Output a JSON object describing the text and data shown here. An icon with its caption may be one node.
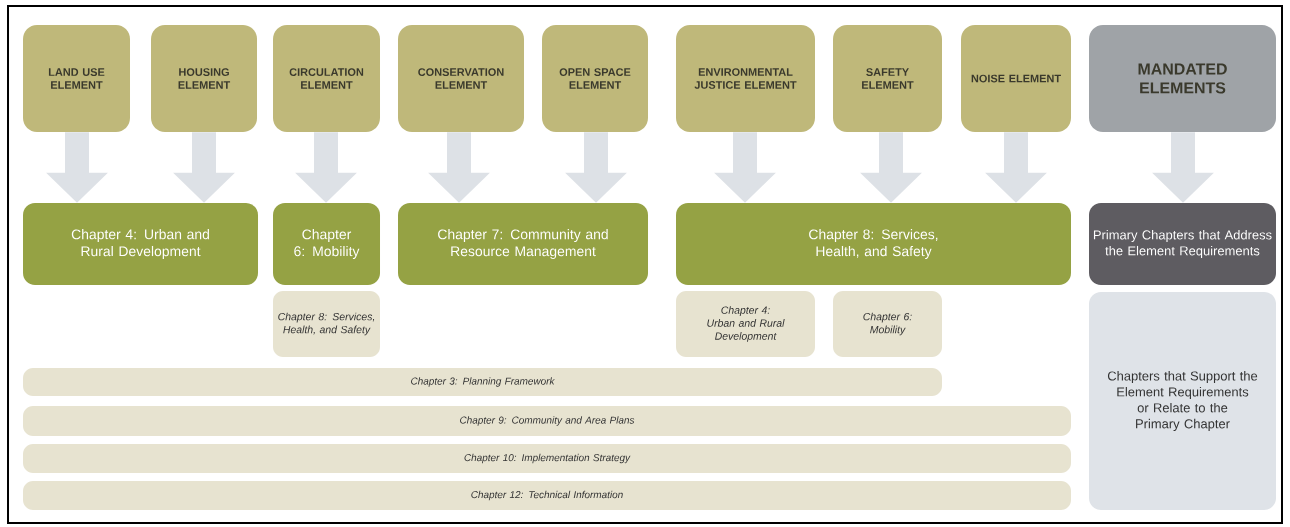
{
  "diagram": {
    "nodes": [
      {
        "text": [
          "LAND USE ELEMENT"
        ]
      },
      {
        "text": [
          "HOUSING ELEMENT"
        ]
      },
      {
        "text": [
          "CIRCULATION ELEMENT"
        ]
      },
      {
        "text": [
          "CONSERVATION ELEMENT"
        ]
      },
      {
        "text": [
          "OPEN SPACE ELEMENT"
        ]
      },
      {
        "text": [
          "ENVIRONMENTAL JUSTICE ELEMENT"
        ]
      },
      {
        "text": [
          "SAFETY ELEMENT"
        ]
      },
      {
        "text": [
          "NOISE ELEMENT"
        ]
      },
      {
        "text": [
          "MANDATED ELEMENTS"
        ]
      },
      {
        "text": [
          "Chapter 4: Urban and Rural Development"
        ]
      },
      {
        "text": [
          "Chapter 6: Mobility"
        ]
      },
      {
        "text": [
          "Chapter 7: Community and Resource Management"
        ]
      },
      {
        "text": [
          "Chapter 8: Services, Health, and Safety"
        ]
      },
      {
        "text": [
          "Primary Chapters that Address the Element Requirements"
        ]
      },
      {
        "text": [
          "Chapter 8: Services, Health, and Safety"
        ]
      },
      {
        "text": [
          "Chapter 4: Urban and Rural Development"
        ]
      },
      {
        "text": [
          "Chapter 6: Mobility"
        ]
      },
      {
        "text": [
          "Chapter 3: Planning Framework"
        ]
      },
      {
        "text": [
          "Chapter 9: Community and Area Plans"
        ]
      },
      {
        "text": [
          "Chapter 10: Implementation Strategy"
        ]
      },
      {
        "text": [
          "Chapter 12: Technical Information"
        ]
      },
      {
        "text": [
          "Chapters that Support the Element Requirements or Relate to the Primary Chapter"
        ]
      }
    ],
    "edges": [
      {
        "from": 0,
        "to": 9,
        "arrow": "to"
      },
      {
        "from": 1,
        "to": 9,
        "arrow": "to"
      },
      {
        "from": 2,
        "to": 10,
        "arrow": "to"
      },
      {
        "from": 3,
        "to": 11,
        "arrow": "to"
      },
      {
        "from": 4,
        "to": 11,
        "arrow": "to"
      },
      {
        "from": 5,
        "to": 12,
        "arrow": "to"
      },
      {
        "from": 6,
        "to": 12,
        "arrow": "to"
      },
      {
        "from": 7,
        "to": 12,
        "arrow": "to"
      },
      {
        "from": 8,
        "to": 13,
        "arrow": "to"
      }
    ]
  }
}
